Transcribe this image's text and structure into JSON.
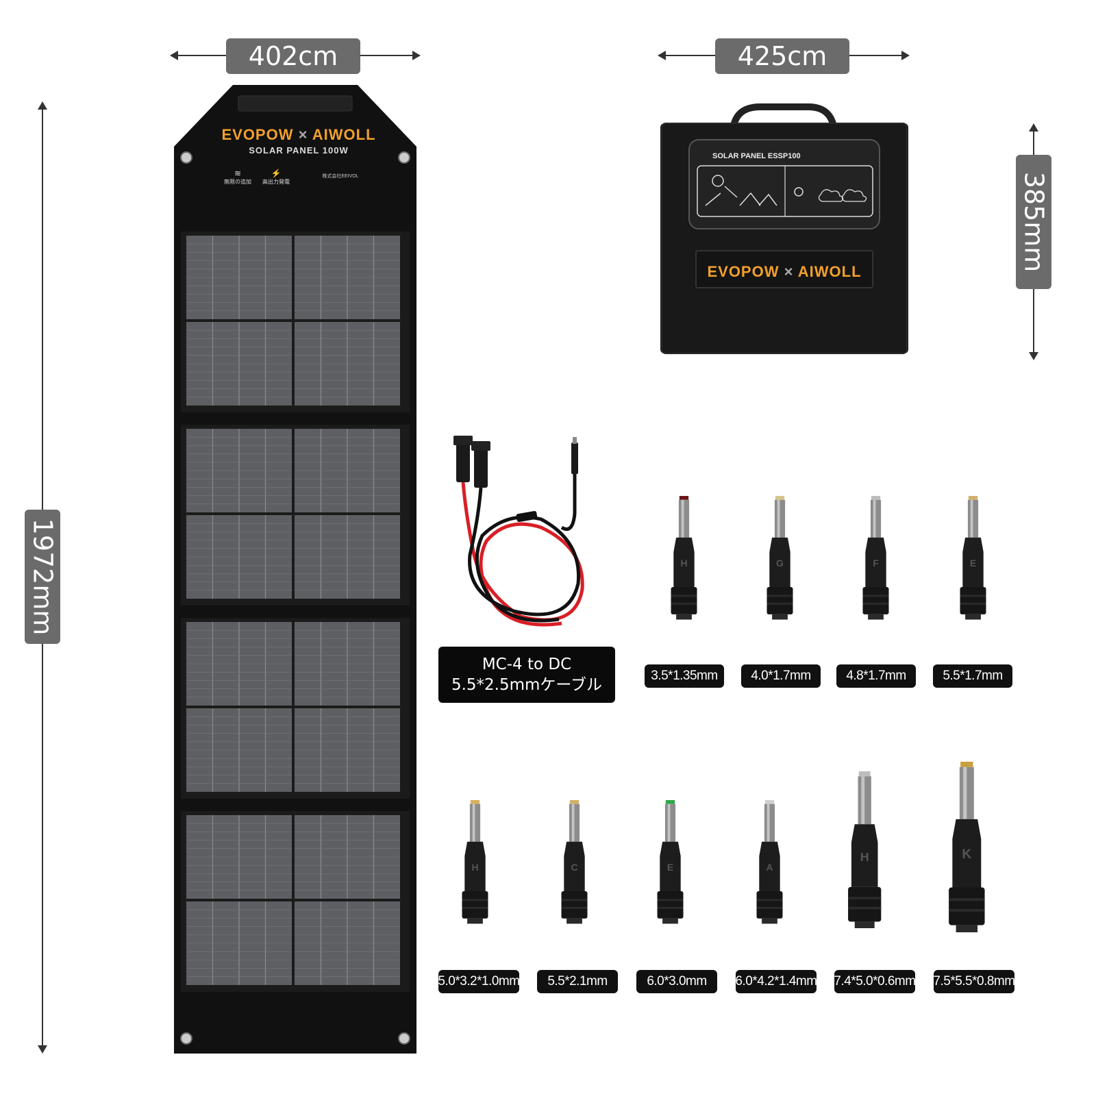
{
  "dimensions": {
    "panel_width": "402cm",
    "bag_width": "425cm",
    "bag_height": "385mm",
    "panel_height": "1972mm"
  },
  "panel": {
    "brand_left": "EVOPOW",
    "brand_sep": "×",
    "brand_right": "AIWOLL",
    "model": "SOLAR PANEL 100W",
    "feature_1": "無限の追加",
    "feature_2": "高出力発電",
    "company": "株式会社EEIVOL"
  },
  "bag": {
    "model": "SOLAR PANEL ESSP100",
    "brand_left": "EVOPOW",
    "brand_sep": "×",
    "brand_right": "AIWOLL"
  },
  "cable": {
    "line1": "MC-4 to DC",
    "line2": "5.5*2.5mmケーブル"
  },
  "connectors_row1": [
    {
      "letter": "H",
      "size": "3.5*1.35mm"
    },
    {
      "letter": "G",
      "size": "4.0*1.7mm"
    },
    {
      "letter": "F",
      "size": "4.8*1.7mm"
    },
    {
      "letter": "E",
      "size": "5.5*1.7mm"
    }
  ],
  "connectors_row2": [
    {
      "letter": "H",
      "size": "5.0*3.2*1.0mm"
    },
    {
      "letter": "C",
      "size": "5.5*2.1mm"
    },
    {
      "letter": "E",
      "size": "6.0*3.0mm"
    },
    {
      "letter": "A",
      "size": "6.0*4.2*1.4mm"
    },
    {
      "letter": "H",
      "size": "7.4*5.0*0.6mm"
    },
    {
      "letter": "K",
      "size": "7.5*5.5*0.8mm"
    }
  ],
  "colors": {
    "brand_orange": "#f2a02a",
    "panel_black": "#111111",
    "cell_gray": "#5d5f63",
    "dim_gray": "#6b6b6b"
  }
}
